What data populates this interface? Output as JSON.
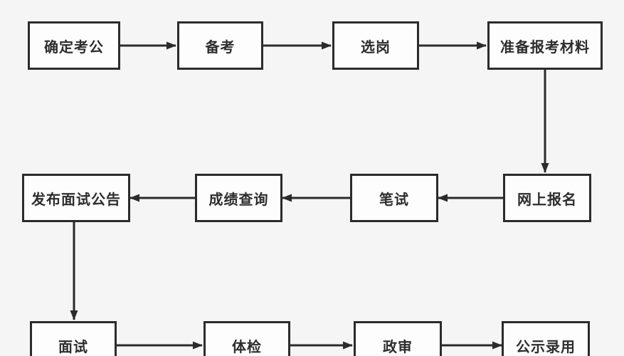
{
  "diagram": {
    "type": "flowchart",
    "topic": "civil-service-exam-process",
    "colors": {
      "background": "#f5f5f6",
      "node_fill": "#fdfdfd",
      "node_border": "#2b2b2b",
      "arrow": "#2b2b2b",
      "text": "#2d2d2d"
    },
    "nodes": [
      {
        "id": "decide-exam",
        "label": "确定考公"
      },
      {
        "id": "prepare-study",
        "label": "备考"
      },
      {
        "id": "choose-post",
        "label": "选岗"
      },
      {
        "id": "prepare-materials",
        "label": "准备报考材料"
      },
      {
        "id": "online-registration",
        "label": "网上报名"
      },
      {
        "id": "written-exam",
        "label": "笔试"
      },
      {
        "id": "score-inquiry",
        "label": "成绩查询"
      },
      {
        "id": "interview-announcement",
        "label": "发布面试公告"
      },
      {
        "id": "interview",
        "label": "面试"
      },
      {
        "id": "physical-exam",
        "label": "体检"
      },
      {
        "id": "political-review",
        "label": "政审"
      },
      {
        "id": "public-hiring",
        "label": "公示录用"
      }
    ],
    "edges": [
      {
        "from": "确定考公",
        "to": "备考"
      },
      {
        "from": "备考",
        "to": "选岗"
      },
      {
        "from": "选岗",
        "to": "准备报考材料"
      },
      {
        "from": "准备报考材料",
        "to": "网上报名"
      },
      {
        "from": "网上报名",
        "to": "笔试"
      },
      {
        "from": "笔试",
        "to": "成绩查询"
      },
      {
        "from": "成绩查询",
        "to": "发布面试公告"
      },
      {
        "from": "发布面试公告",
        "to": "面试"
      },
      {
        "from": "面试",
        "to": "体检"
      },
      {
        "from": "体检",
        "to": "政审"
      },
      {
        "from": "政审",
        "to": "公示录用"
      }
    ]
  }
}
